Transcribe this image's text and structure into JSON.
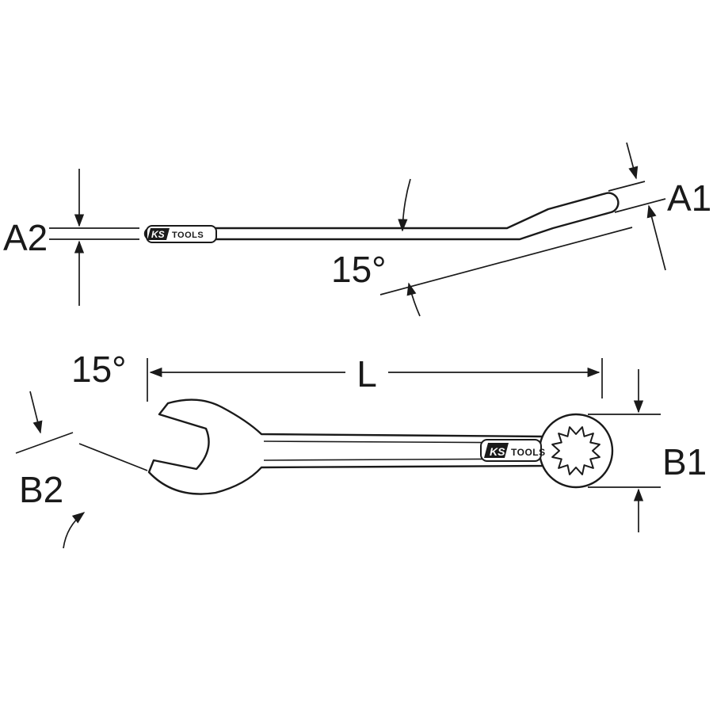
{
  "page": {
    "background": "#ffffff",
    "line_color": "#1a1a1a"
  },
  "diagram": {
    "type": "technical-drawing",
    "subject": "combination wrench, side view (top) and plan view (bottom) with dimensions",
    "labels": {
      "a1": "A1",
      "a2": "A2",
      "b1": "B1",
      "b2": "B2",
      "length": "L",
      "angle_side": "15°",
      "angle_jaw": "15°"
    },
    "logo": {
      "ks": "KS",
      "tools": "TOOLS"
    }
  }
}
